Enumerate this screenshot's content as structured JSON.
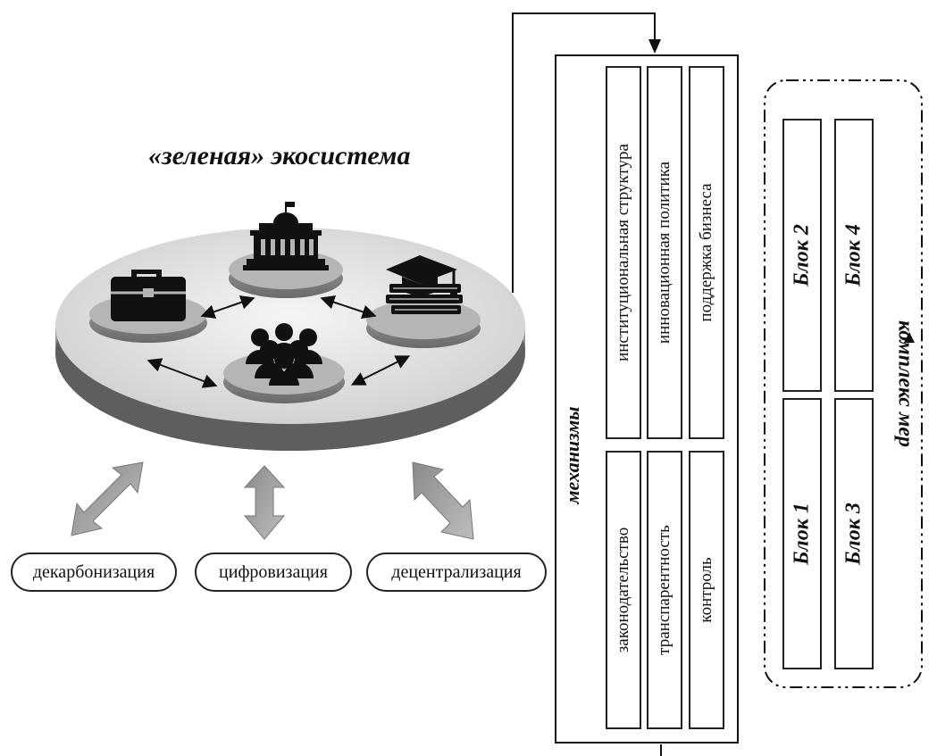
{
  "ecosystem": {
    "title": "«зеленая» экосистема",
    "icons": [
      "briefcase-icon",
      "government-building-icon",
      "graduation-books-icon",
      "people-group-icon"
    ]
  },
  "trends": [
    "декарбонизация",
    "цифровизация",
    "децентрализация"
  ],
  "mechanisms": {
    "label": "механизмы",
    "top": [
      "институциональная структура",
      "инновационная политика",
      "поддержка бизнеса"
    ],
    "bottom": [
      "законодательство",
      "транспарентность",
      "контроль"
    ]
  },
  "measures": {
    "label": "комплекс мер",
    "blocks": [
      "Блок 2",
      "Блок 4",
      "Блок 1",
      "Блок 3"
    ]
  }
}
